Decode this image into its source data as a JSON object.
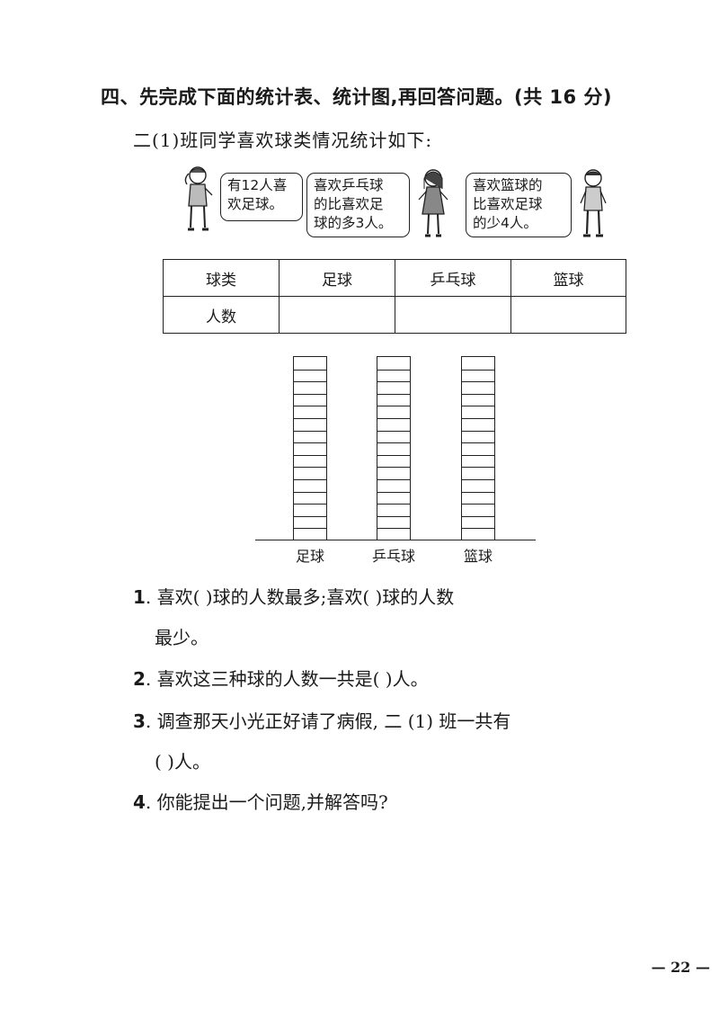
{
  "section_title": "四、先完成下面的统计表、统计图,再回答问题。(共 16 分)",
  "intro": "二(1)班同学喜欢球类情况统计如下:",
  "bubbles": [
    {
      "lines": [
        "有12人喜",
        "欢足球。"
      ]
    },
    {
      "lines": [
        "喜欢乒乓球",
        "的比喜欢足",
        "球的多3人。"
      ]
    },
    {
      "lines": [
        "喜欢篮球的",
        "比喜欢足球",
        "的少4人。"
      ]
    }
  ],
  "table": {
    "header": [
      "球类",
      "足球",
      "乒乓球",
      "篮球"
    ],
    "row_label": "人数",
    "values": [
      "",
      "",
      ""
    ]
  },
  "chart": {
    "categories": [
      "足球",
      "乒乓球",
      "篮球"
    ],
    "cells_per_column": 15
  },
  "questions": {
    "q1": {
      "num": "1",
      "line1": ". 喜欢(          )球的人数最多;喜欢(          )球的人数",
      "line2": "最少。"
    },
    "q2": {
      "num": "2",
      "line1": ". 喜欢这三种球的人数一共是(       )人。"
    },
    "q3": {
      "num": "3",
      "line1": ". 调查那天小光正好请了病假, 二 (1) 班一共有",
      "line2": "(       )人。"
    },
    "q4": {
      "num": "4",
      "line1": ". 你能提出一个问题,并解答吗?"
    }
  },
  "page_number": "— 22 —"
}
